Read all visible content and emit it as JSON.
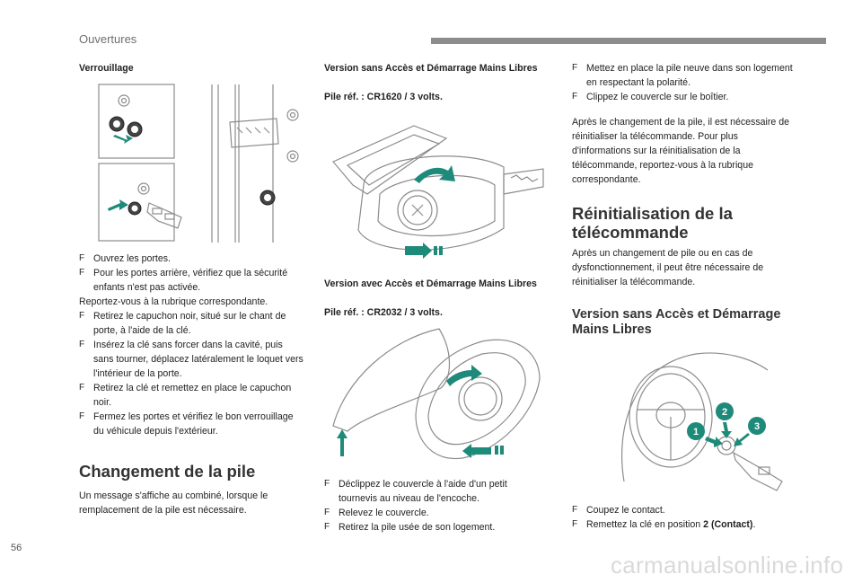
{
  "header": {
    "section": "Ouvertures",
    "page": "56",
    "watermark": "carmanualsonline.info"
  },
  "col1": {
    "title": "Verrouillage",
    "bullets_a": [
      "Ouvrez les portes.",
      "Pour les portes arrière, vérifiez que la sécurité enfants n'est pas activée."
    ],
    "note": "Reportez-vous à la rubrique correspondante.",
    "bullets_b": [
      "Retirez le capuchon noir, situé sur le chant de porte, à l'aide de la clé.",
      "Insérez la clé sans forcer dans la cavité, puis sans tourner, déplacez latéralement le loquet vers l'intérieur de la porte.",
      "Retirez la clé et remettez en place le capuchon noir.",
      "Fermez les portes et vérifiez le bon verrouillage du véhicule depuis l'extérieur."
    ],
    "heading": "Changement de la pile",
    "para": "Un message s'affiche au combiné, lorsque le remplacement de la pile est nécessaire."
  },
  "col2": {
    "v1_title": "Version sans Accès et Démarrage Mains Libres",
    "v1_ref": "Pile réf. : CR1620 / 3 volts.",
    "v2_title": "Version avec Accès et Démarrage Mains Libres",
    "v2_ref": "Pile réf. : CR2032 / 3 volts.",
    "bullets": [
      "Déclippez le couvercle à l'aide d'un petit tournevis au niveau de l'encoche.",
      "Relevez le couvercle.",
      "Retirez la pile usée de son logement."
    ]
  },
  "col3": {
    "bullets_top": [
      "Mettez en place la pile neuve dans son logement en respectant la polarité.",
      "Clippez le couvercle sur le boîtier."
    ],
    "para1": "Après le changement de la pile, il est nécessaire de réinitialiser la télécommande. Pour plus d'informations sur la réinitialisation de la télécommande, reportez-vous à la rubrique correspondante.",
    "heading": "Réinitialisation de la télécommande",
    "para2": "Après un changement de pile ou en cas de dysfonctionnement, il peut être nécessaire de réinitialiser la télécommande.",
    "subheading": "Version sans Accès et Démarrage Mains Libres",
    "bullet1": "Coupez le contact.",
    "bullet2_pre": "Remettez la clé en position ",
    "bullet2_bold": "2 (Contact)",
    "bullet2_post": ".",
    "callouts": [
      "1",
      "2",
      "3"
    ]
  },
  "bullet_glyph": "F",
  "colors": {
    "accent": "#1e8a7a",
    "line_art": "#8c8c8c",
    "heading": "#333333"
  },
  "icons": [
    "door-lock-illustration",
    "remote-key-open-illustration",
    "keyfob-battery-illustration",
    "steering-ignition-illustration"
  ]
}
